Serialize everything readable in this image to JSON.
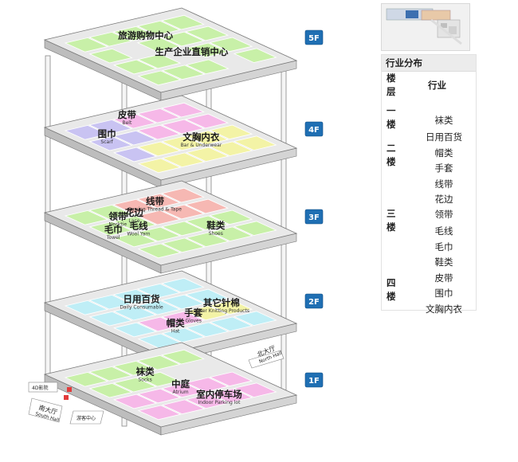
{
  "floors": [
    {
      "badge": "5F",
      "labels": [
        {
          "cn": "旅游购物中心",
          "en": ""
        },
        {
          "cn": "生产企业直销中心",
          "en": ""
        }
      ]
    },
    {
      "badge": "4F",
      "labels": [
        {
          "cn": "皮带",
          "en": "Belt"
        },
        {
          "cn": "围巾",
          "en": "Scarf"
        },
        {
          "cn": "文胸内衣",
          "en": "Bar & Underwear"
        }
      ]
    },
    {
      "badge": "3F",
      "labels": [
        {
          "cn": "线带",
          "en": "Sewing Thread & Tape"
        },
        {
          "cn": "领带",
          "en": "Necktie"
        },
        {
          "cn": "花边",
          "en": "Lace"
        },
        {
          "cn": "毛巾",
          "en": "Towel"
        },
        {
          "cn": "毛线",
          "en": "Wool Yarn"
        },
        {
          "cn": "鞋类",
          "en": "Shoes"
        }
      ]
    },
    {
      "badge": "2F",
      "labels": [
        {
          "cn": "日用百货",
          "en": "Daily Consumable"
        },
        {
          "cn": "手套",
          "en": "Gloves"
        },
        {
          "cn": "其它针棉",
          "en": "Other Knitting Products"
        },
        {
          "cn": "帽类",
          "en": "Hat"
        }
      ]
    },
    {
      "badge": "1F",
      "labels": [
        {
          "cn": "袜类",
          "en": "Socks"
        },
        {
          "cn": "中庭",
          "en": "Atrium"
        },
        {
          "cn": "室内停车场",
          "en": "Indoor Parking lot"
        }
      ]
    }
  ],
  "entrances": {
    "north_cn": "北大厅",
    "north_en": "North Hall",
    "south_cn": "南大厅",
    "south_en": "South Hall",
    "cinema": "4D影院",
    "visitor": "游客中心"
  },
  "panel": {
    "title": "行业分布",
    "col_floor": "楼层",
    "col_industry": "行业",
    "groups": [
      {
        "floor": "一楼",
        "items": [
          "袜类"
        ]
      },
      {
        "floor": "二楼",
        "items": [
          "日用百货",
          "帽类",
          "手套"
        ]
      },
      {
        "floor": "三楼",
        "items": [
          "线带",
          "花边",
          "领带",
          "毛线",
          "毛巾",
          "鞋类"
        ]
      },
      {
        "floor": "四楼",
        "items": [
          "皮带",
          "围巾",
          "文胸内衣"
        ]
      }
    ]
  },
  "colors": {
    "green": "#c8f0a8",
    "pink": "#f6b8e8",
    "lavender": "#c9c3f2",
    "yellow": "#f3f3a6",
    "salmon": "#f6b8b3",
    "cyan": "#bfeef6",
    "slab": "#e9e9e9",
    "badge": "#1f6fb3"
  }
}
